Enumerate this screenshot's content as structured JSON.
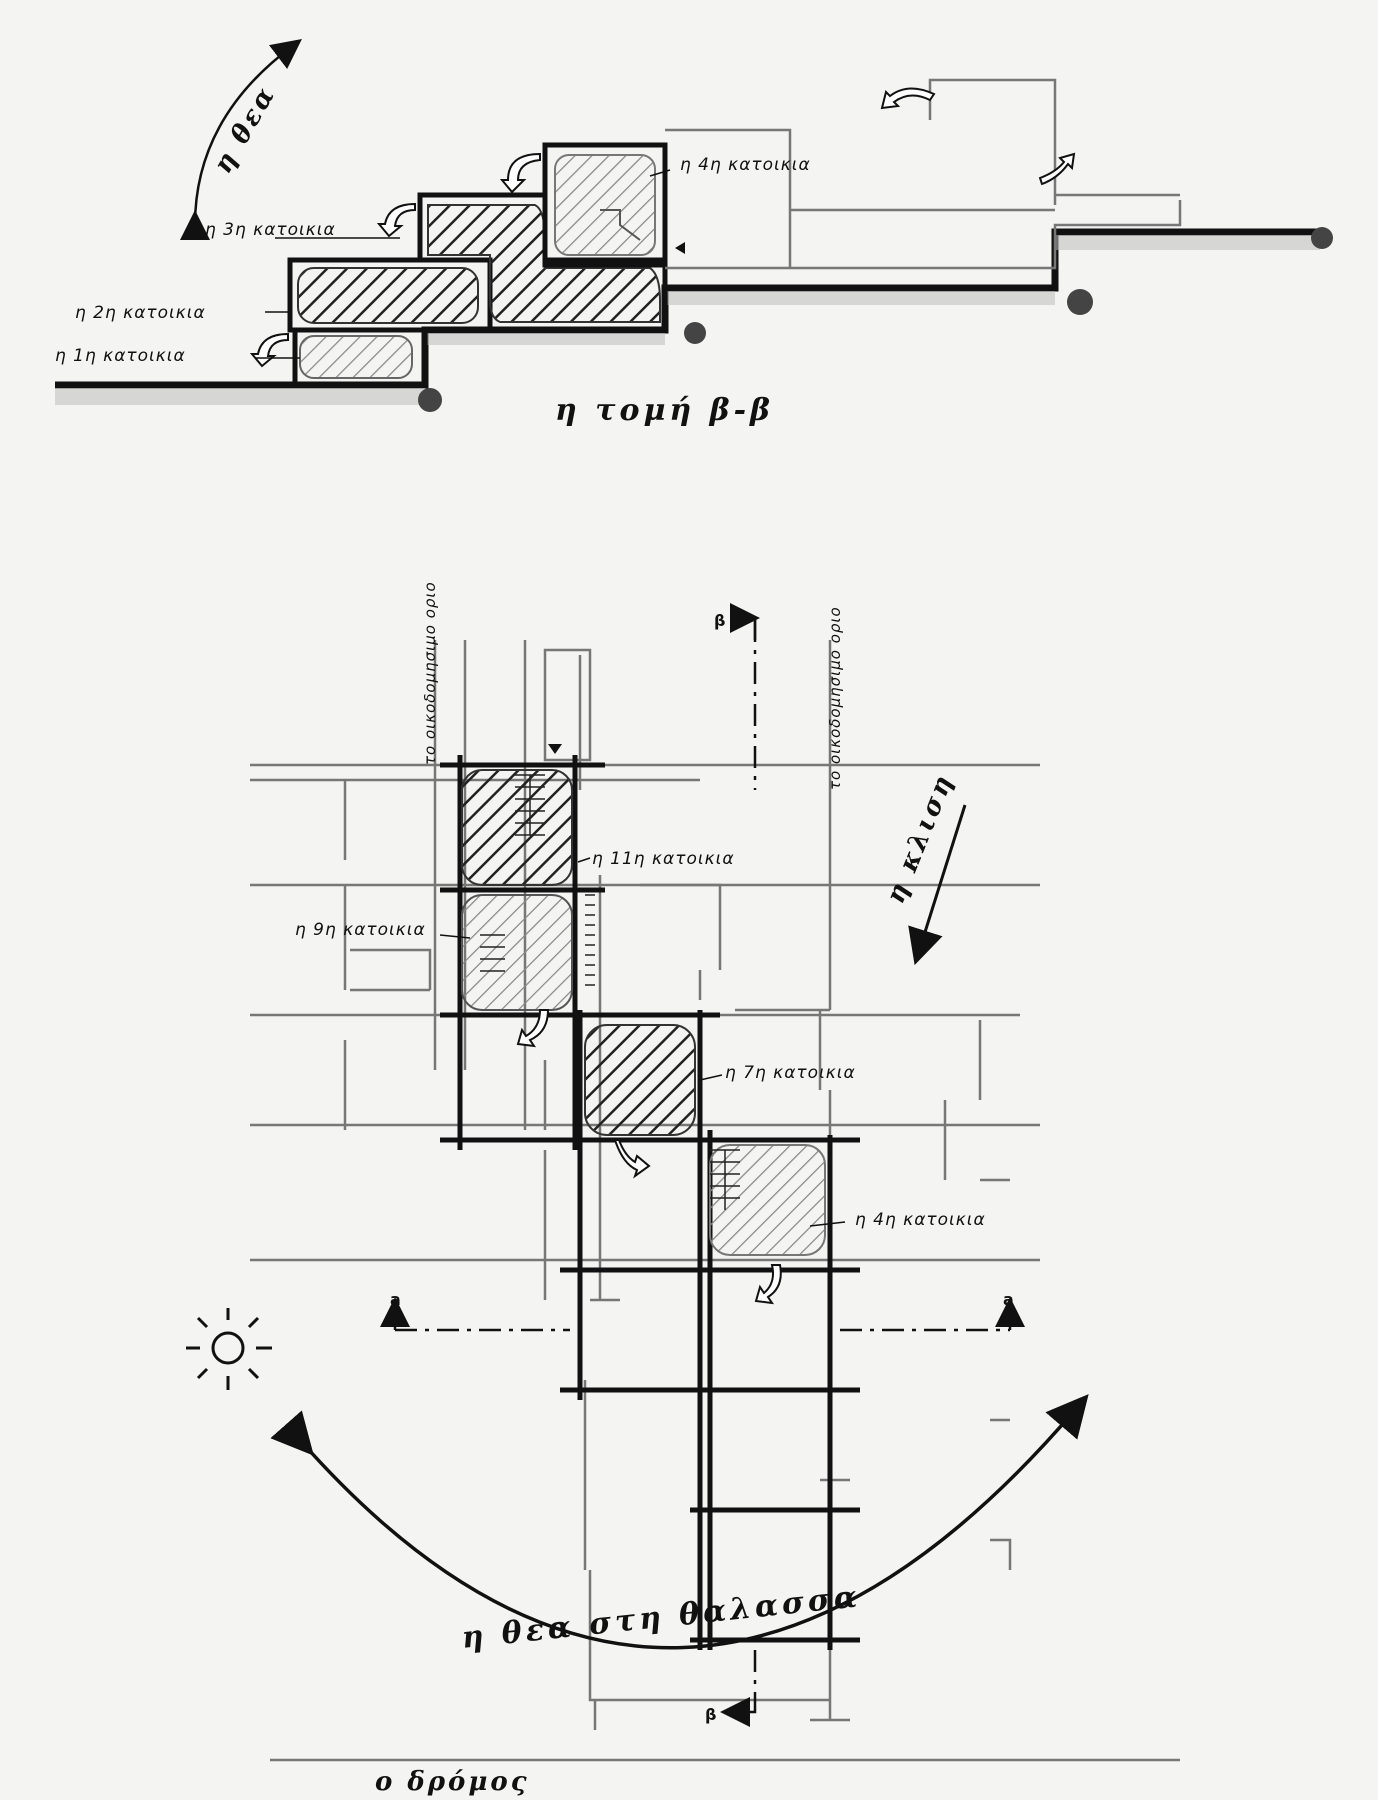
{
  "section": {
    "title": "η τομή β-β",
    "view_label": "η θεα",
    "units": [
      {
        "label": "η 1η κατοικια"
      },
      {
        "label": "η 2η κατοικια"
      },
      {
        "label": "η 3η κατοικια"
      },
      {
        "label": "η 4η κατοικια"
      }
    ]
  },
  "plan": {
    "units": [
      {
        "label": "η 11η κατοικια"
      },
      {
        "label": "η 9η κατοικια"
      },
      {
        "label": "η 7η κατοικια"
      },
      {
        "label": "η 4η κατοικια"
      }
    ],
    "boundary_left": "το οικοδομησιμο οριο",
    "boundary_right": "το οικοδομησιμο οριο",
    "slope_label": "η κλιση",
    "sea_view_label": "η θεα στη θαλασσα",
    "road_label": "ο δρόμος",
    "section_marks": {
      "b_top": "β",
      "b_bottom": "β",
      "a_left": "a",
      "a_right": "a"
    }
  },
  "colors": {
    "ink": "#111111",
    "pencil": "#777777",
    "paper": "#f4f4f2"
  },
  "icons": [
    "sun-icon",
    "entry-arrow-icon",
    "view-arc-arrow-icon"
  ]
}
